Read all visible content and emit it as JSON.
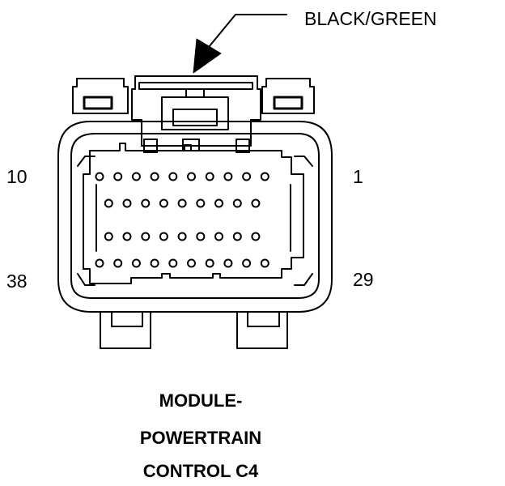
{
  "callout": {
    "label": "BLACK/GREEN"
  },
  "pins": {
    "top_left": "10",
    "top_right": "1",
    "bottom_left": "38",
    "bottom_right": "29"
  },
  "caption": {
    "line1": "MODULE-",
    "line2": "POWERTRAIN",
    "line3": "CONTROL C4"
  },
  "cavity_rows": [
    10,
    9,
    9,
    10
  ],
  "colors": {
    "line": "#000000",
    "background": "#ffffff"
  }
}
